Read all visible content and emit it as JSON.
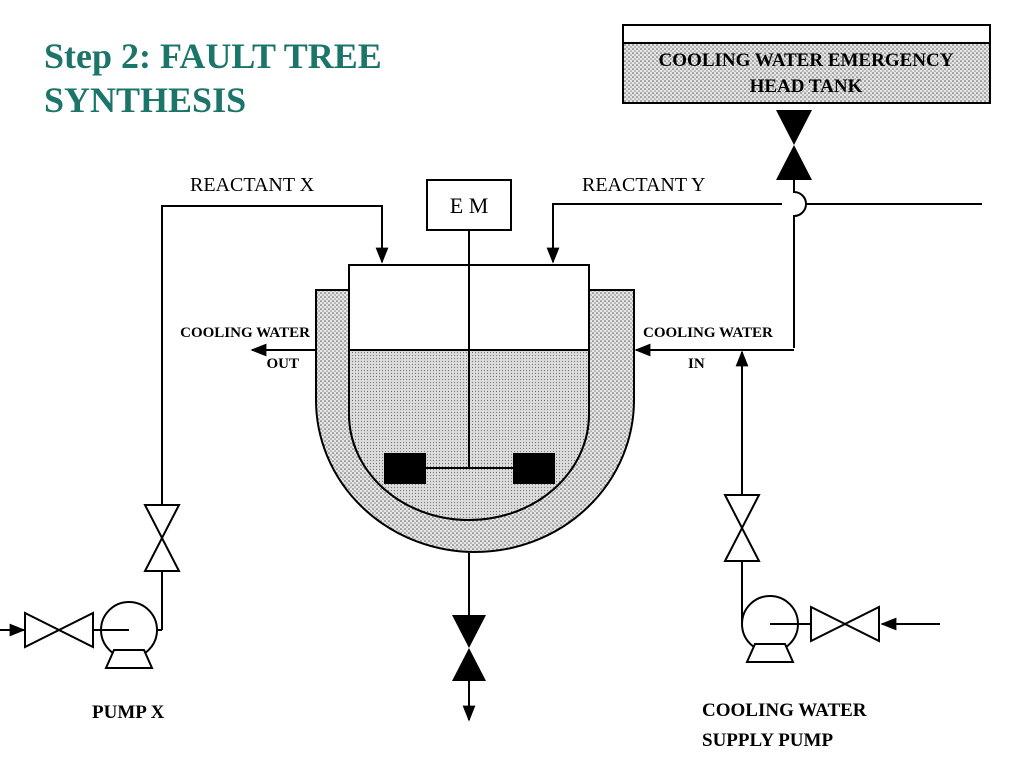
{
  "title": "Step 2: FAULT TREE SYNTHESIS",
  "labels": {
    "head_tank_line1": "COOLING WATER EMERGENCY",
    "head_tank_line2": "HEAD TANK",
    "reactant_x": "REACTANT X",
    "reactant_y": "REACTANT Y",
    "motor": "E M",
    "cooling_out_line1": "COOLING WATER",
    "cooling_out_line2": "OUT",
    "cooling_in_line1": "COOLING WATER",
    "cooling_in_line2": "IN",
    "pump_x": "PUMP X",
    "supply_pump_line1": "COOLING WATER",
    "supply_pump_line2": "SUPPLY PUMP"
  },
  "colors": {
    "title": "#1b7569",
    "stroke": "#000000",
    "fill_dotted": "#d9d9d9"
  }
}
